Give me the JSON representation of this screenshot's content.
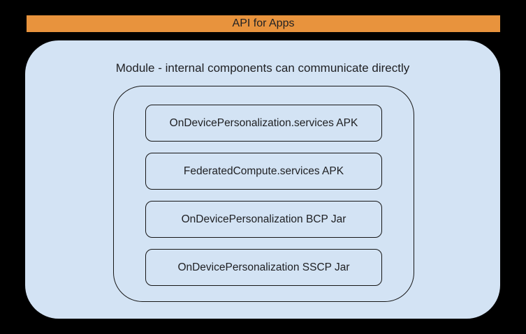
{
  "banner": {
    "label": "API for Apps",
    "background_color": "#E8933D",
    "text_color": "#202124"
  },
  "module": {
    "title": "Module - internal components can communicate directly",
    "background_color": "#D3E3F4",
    "outline_color": "#161616",
    "components": [
      {
        "label": "OnDevicePersonalization.services APK"
      },
      {
        "label": "FederatedCompute.services APK"
      },
      {
        "label": "OnDevicePersonalization BCP Jar"
      },
      {
        "label": "OnDevicePersonalization SSCP Jar"
      }
    ]
  },
  "page": {
    "background_color": "#000000"
  }
}
